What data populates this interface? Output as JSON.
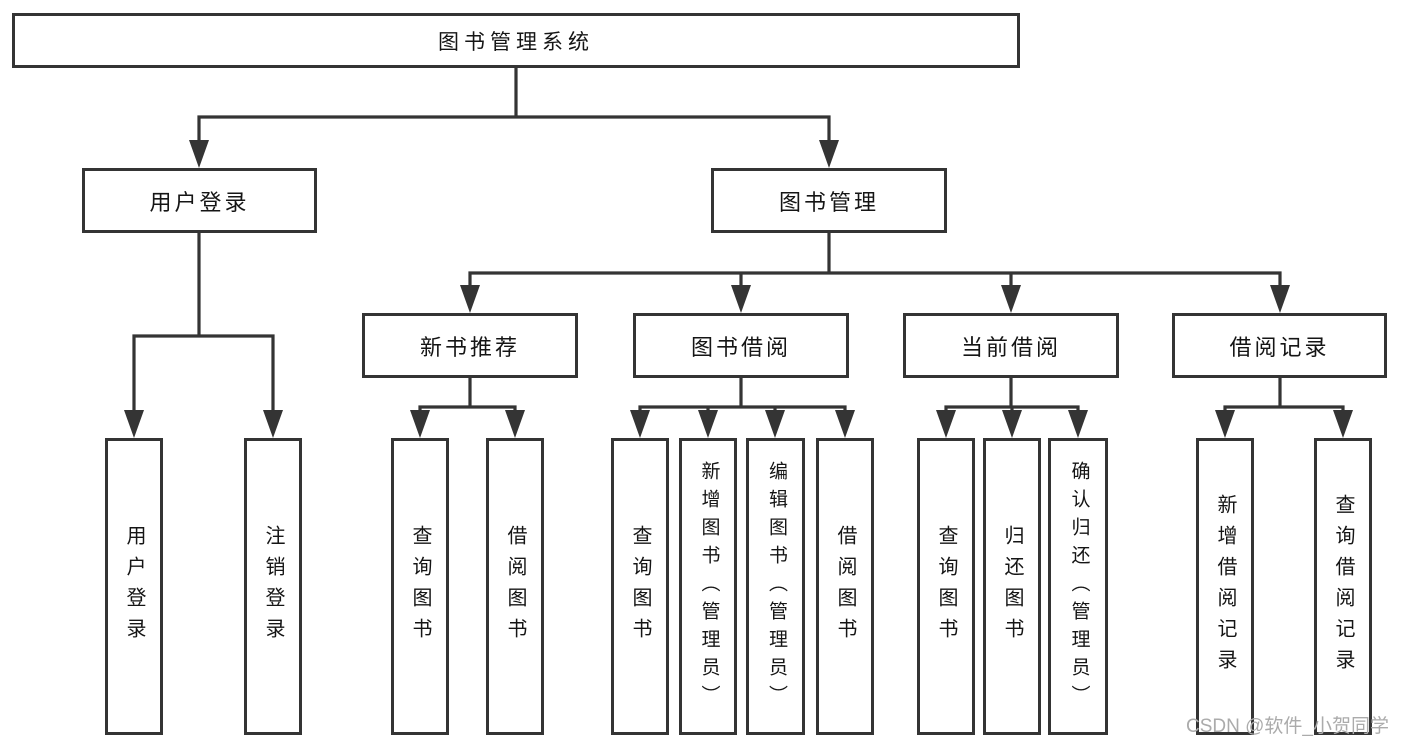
{
  "tree": {
    "label": "图书管理系统",
    "children": [
      {
        "label": "用户登录",
        "children": [
          {
            "label": "用户登录"
          },
          {
            "label": "注销登录"
          }
        ]
      },
      {
        "label": "图书管理",
        "children": [
          {
            "label": "新书推荐",
            "children": [
              {
                "label": "查询图书"
              },
              {
                "label": "借阅图书"
              }
            ]
          },
          {
            "label": "图书借阅",
            "children": [
              {
                "label": "查询图书"
              },
              {
                "label": "新增图书（管理员）"
              },
              {
                "label": "编辑图书（管理员）"
              },
              {
                "label": "借阅图书"
              }
            ]
          },
          {
            "label": "当前借阅",
            "children": [
              {
                "label": "查询图书"
              },
              {
                "label": "归还图书"
              },
              {
                "label": "确认归还（管理员）"
              }
            ]
          },
          {
            "label": "借阅记录",
            "children": [
              {
                "label": "新增借阅记录"
              },
              {
                "label": "查询借阅记录"
              }
            ]
          }
        ]
      }
    ]
  },
  "watermark": "CSDN @软件_小贺同学",
  "colors": {
    "line": "#343434",
    "text": "#151515",
    "watermark": "#ababab",
    "background": "#ffffff"
  }
}
